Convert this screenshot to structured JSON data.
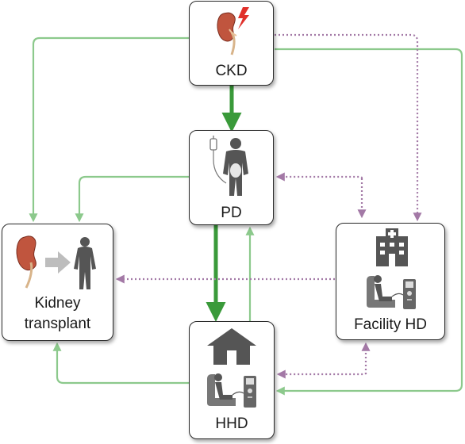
{
  "nodes": {
    "ckd": {
      "label": "CKD"
    },
    "pd": {
      "label": "PD"
    },
    "transplant": {
      "label_line1": "Kidney",
      "label_line2": "transplant"
    },
    "facility_hd": {
      "label": "Facility HD"
    },
    "hhd": {
      "label": "HHD"
    }
  },
  "colors": {
    "box_border": "#2b2b2b",
    "solid_arrow": "#8cc98c",
    "main_arrow": "#3a9a3a",
    "dotted_arrow": "#a379a6",
    "kidney": "#c0553e",
    "figure": "#555555",
    "lightning": "#e0302a"
  },
  "edges": [
    {
      "from": "ckd",
      "to": "pd",
      "style": "bold-solid"
    },
    {
      "from": "ckd",
      "to": "transplant",
      "style": "solid"
    },
    {
      "from": "ckd",
      "to": "facility_hd",
      "style": "dotted"
    },
    {
      "from": "ckd",
      "to": "hhd",
      "style": "solid"
    },
    {
      "from": "pd",
      "to": "transplant",
      "style": "solid"
    },
    {
      "from": "pd",
      "to": "facility_hd",
      "style": "dotted-bidirectional"
    },
    {
      "from": "pd",
      "to": "hhd",
      "style": "bold-solid"
    },
    {
      "from": "hhd",
      "to": "pd",
      "style": "solid"
    },
    {
      "from": "facility_hd",
      "to": "transplant",
      "style": "dotted"
    },
    {
      "from": "hhd",
      "to": "transplant",
      "style": "solid"
    },
    {
      "from": "hhd",
      "to": "facility_hd",
      "style": "dotted-bidirectional"
    }
  ]
}
